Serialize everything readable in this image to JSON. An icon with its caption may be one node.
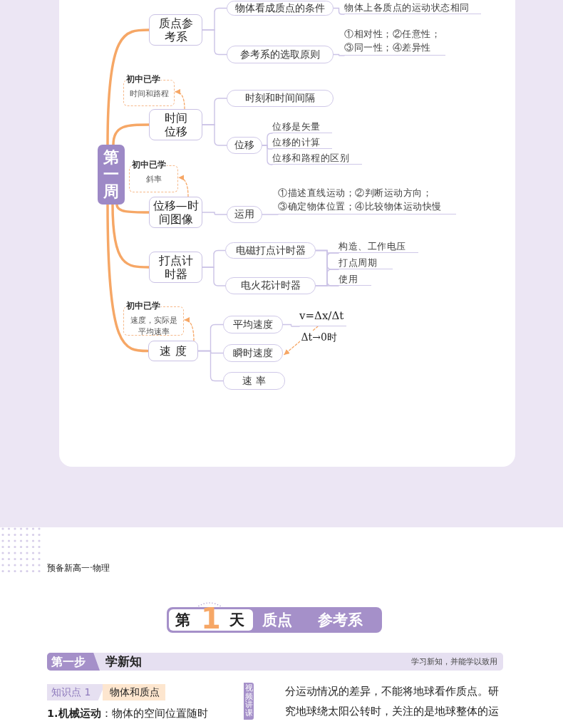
{
  "diagram": {
    "nodes": [
      {
        "text": [
          "第一周"
        ]
      },
      {
        "text": [
          "质点参考系"
        ]
      },
      {
        "text": [
          "物体看成质点的条件"
        ]
      },
      {
        "text": [
          "参考系的选取原则"
        ]
      },
      {
        "text": [
          "物体上各质点的运动状态相同"
        ]
      },
      {
        "text": [
          "①相对性；②任意性；",
          "③同一性；④差异性"
        ]
      },
      {
        "text": [
          "初中已学",
          "时间和路程"
        ]
      },
      {
        "text": [
          "时间位移"
        ]
      },
      {
        "text": [
          "时刻和时间间隔"
        ]
      },
      {
        "text": [
          "位移"
        ]
      },
      {
        "text": [
          "位移是矢量"
        ]
      },
      {
        "text": [
          "位移的计算"
        ]
      },
      {
        "text": [
          "位移和路程的区别"
        ]
      },
      {
        "text": [
          "初中已学",
          "斜率"
        ]
      },
      {
        "text": [
          "位移—时间图像"
        ]
      },
      {
        "text": [
          "运用"
        ]
      },
      {
        "text": [
          "①描述直线运动；②判断运动方向；",
          "③确定物体位置；④比较物体运动快慢"
        ]
      },
      {
        "text": [
          "打点计时器"
        ]
      },
      {
        "text": [
          "电磁打点计时器"
        ]
      },
      {
        "text": [
          "电火花计时器"
        ]
      },
      {
        "text": [
          "构造、工作电压"
        ]
      },
      {
        "text": [
          "打点周期"
        ]
      },
      {
        "text": [
          "使用"
        ]
      },
      {
        "text": [
          "初中已学",
          "速度，实际是平均速率"
        ]
      },
      {
        "text": [
          "速 度"
        ]
      },
      {
        "text": [
          "平均速度"
        ]
      },
      {
        "text": [
          "瞬时速度"
        ]
      },
      {
        "text": [
          "速 率"
        ]
      },
      {
        "text": [
          "v=Δx/Δt"
        ]
      },
      {
        "text": [
          "第",
          "1",
          "天",
          "质点",
          "参考系"
        ]
      },
      {
        "text": [
          "第一步",
          "学新知",
          "学习新知，并能学以致用"
        ]
      },
      {
        "text": [
          "知识点 1",
          "物体和质点"
        ]
      },
      {
        "text": [
          "视频讲课"
        ]
      }
    ],
    "edges": [
      {
        "from": 0,
        "to": 1,
        "arrow": "none",
        "style": "thick",
        "color": "#f6a766"
      },
      {
        "from": 0,
        "to": 7,
        "arrow": "none",
        "style": "thick",
        "color": "#f6a766"
      },
      {
        "from": 0,
        "to": 14,
        "arrow": "none",
        "style": "thick",
        "color": "#f6a766"
      },
      {
        "from": 0,
        "to": 17,
        "arrow": "none",
        "style": "thick",
        "color": "#f6a766"
      },
      {
        "from": 0,
        "to": 24,
        "arrow": "none",
        "style": "thick",
        "color": "#f6a766"
      },
      {
        "from": 1,
        "to": 2,
        "arrow": "none"
      },
      {
        "from": 1,
        "to": 3,
        "arrow": "none"
      },
      {
        "from": 2,
        "to": 4,
        "arrow": "none"
      },
      {
        "from": 3,
        "to": 5,
        "arrow": "none"
      },
      {
        "from": 7,
        "to": 6,
        "arrow": "to",
        "style": "dashed",
        "color": "#f6a766"
      },
      {
        "from": 7,
        "to": 8,
        "arrow": "none"
      },
      {
        "from": 7,
        "to": 9,
        "arrow": "none"
      },
      {
        "from": 9,
        "to": 10,
        "arrow": "none"
      },
      {
        "from": 9,
        "to": 11,
        "arrow": "none"
      },
      {
        "from": 9,
        "to": 12,
        "arrow": "none"
      },
      {
        "from": 14,
        "to": 13,
        "arrow": "to",
        "style": "dashed",
        "color": "#f6a766"
      },
      {
        "from": 14,
        "to": 15,
        "arrow": "none"
      },
      {
        "from": 15,
        "to": 16,
        "arrow": "none"
      },
      {
        "from": 17,
        "to": 18,
        "arrow": "none"
      },
      {
        "from": 17,
        "to": 19,
        "arrow": "none"
      },
      {
        "from": 18,
        "to": 20,
        "arrow": "none"
      },
      {
        "from": 18,
        "to": 21,
        "arrow": "none"
      },
      {
        "from": 18,
        "to": 22,
        "arrow": "none"
      },
      {
        "from": 19,
        "to": 20,
        "arrow": "none"
      },
      {
        "from": 19,
        "to": 21,
        "arrow": "none"
      },
      {
        "from": 19,
        "to": 22,
        "arrow": "none"
      },
      {
        "from": 24,
        "to": 23,
        "arrow": "to",
        "style": "dashed",
        "color": "#f6a766"
      },
      {
        "from": 24,
        "to": 25,
        "arrow": "none"
      },
      {
        "from": 24,
        "to": 26,
        "arrow": "none"
      },
      {
        "from": 24,
        "to": 27,
        "arrow": "none"
      },
      {
        "from": 25,
        "to": 28,
        "arrow": "none"
      },
      {
        "from": 28,
        "to": 26,
        "arrow": "to",
        "style": "dashed",
        "color": "#f6a766",
        "label": "Δt→0时"
      }
    ],
    "labels": [
      "预备新高一·物理",
      "**1.机械运动**：物体的空间位置随时",
      "分运动情况的差异，不能将地球看作质点。研究地球绕太阳公转时，关注的是地球整体的运"
    ]
  }
}
